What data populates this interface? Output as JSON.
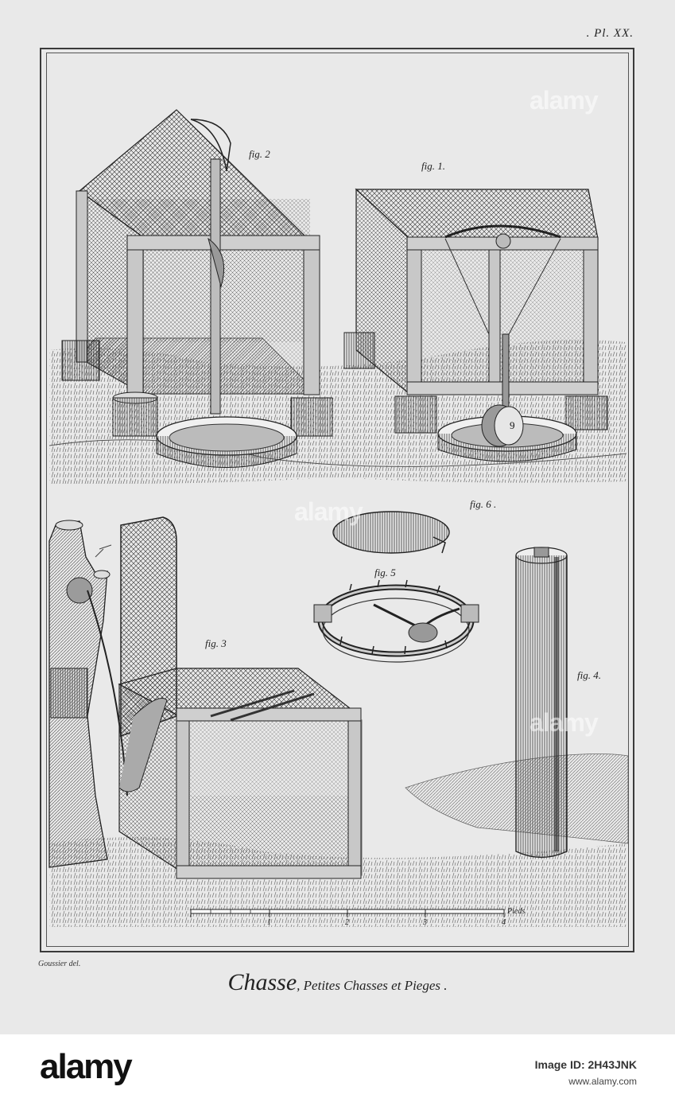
{
  "plate": {
    "number": ". Pl. XX.",
    "draftsman": "Goussier del.",
    "title_main": "Chasse",
    "title_rest": ", Petites Chasses et Pieges ."
  },
  "figures": {
    "fig1": "fig. 1.",
    "fig2": "fig. 2",
    "fig3": "fig. 3",
    "fig4": "fig. 4.",
    "fig5": "fig. 5",
    "fig6": "fig. 6 .",
    "fig9_marker": "9"
  },
  "scale": {
    "unit": "Pieds",
    "ticks": [
      "1",
      "2",
      "3",
      "4"
    ]
  },
  "watermark": {
    "text": "alamy"
  },
  "stock_bar": {
    "logo": "alamy",
    "image_id": "Image ID: 2H43JNK",
    "url": "www.alamy.com"
  }
}
